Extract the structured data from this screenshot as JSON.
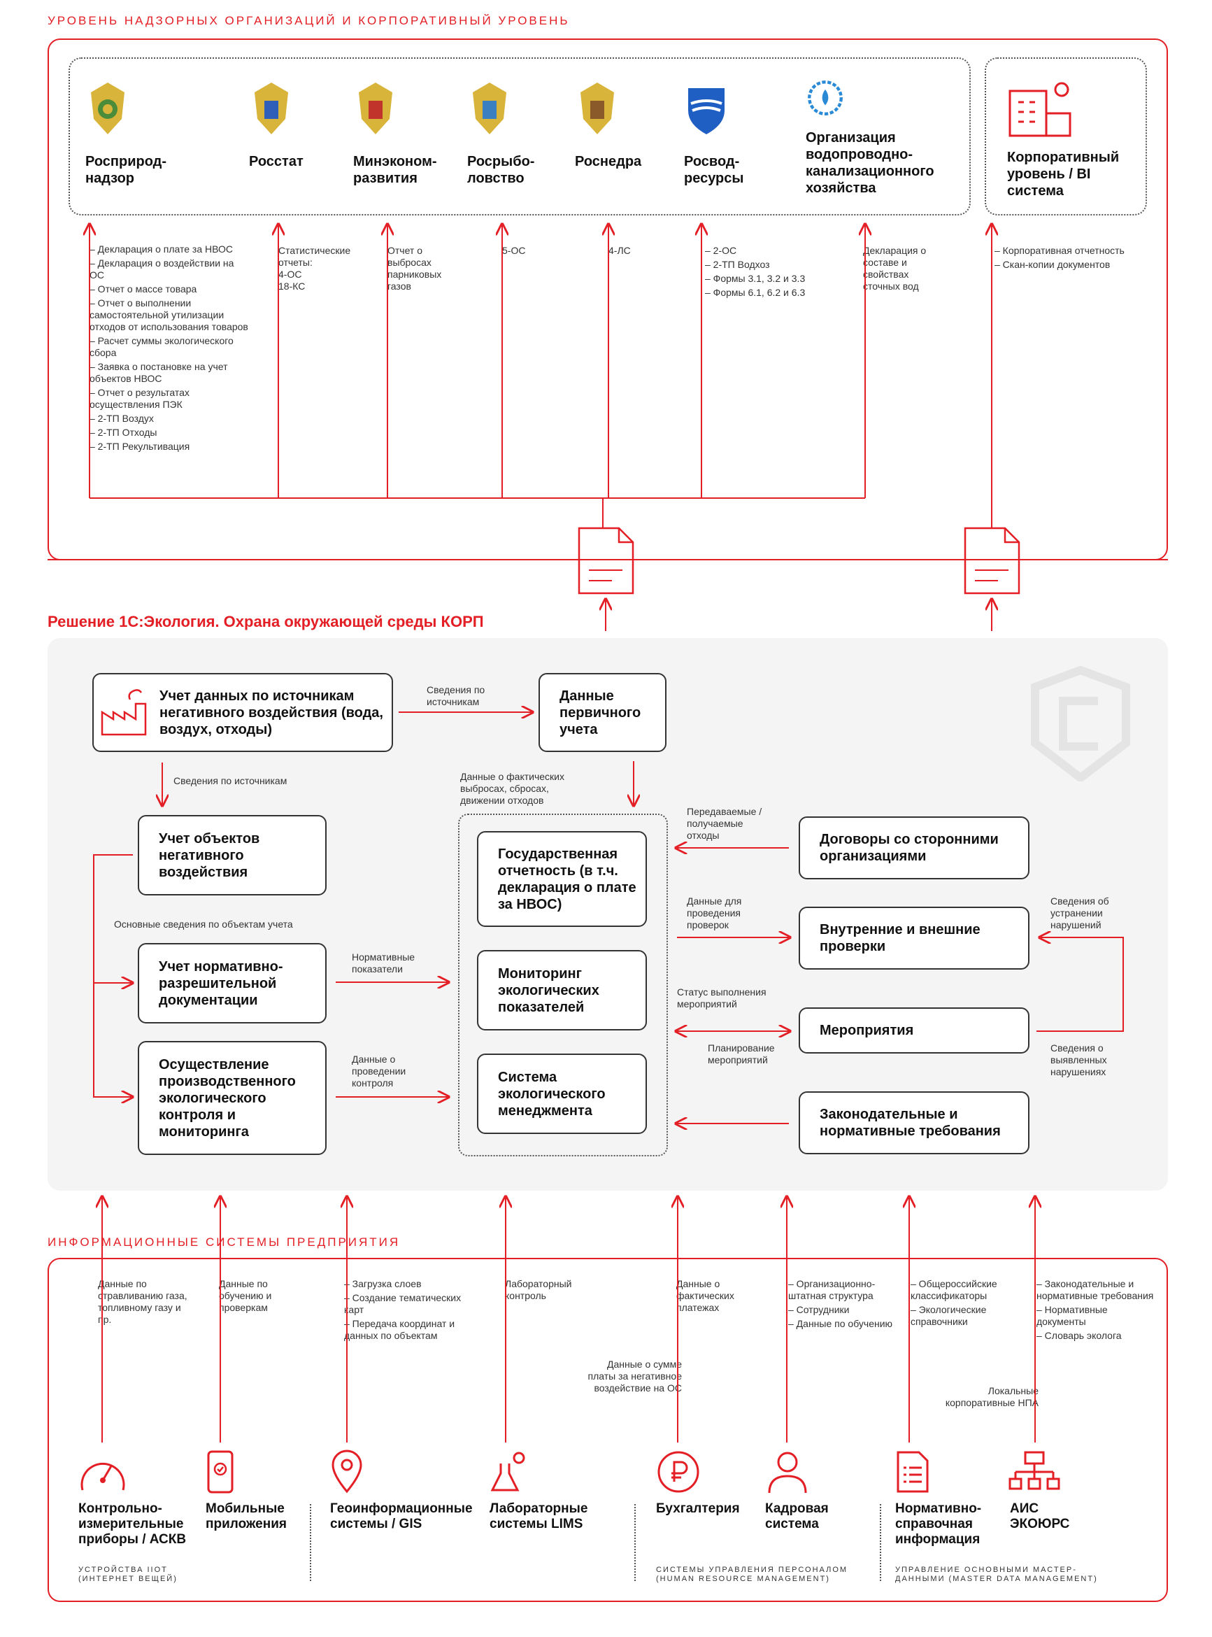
{
  "top_section": {
    "title": "Уровень надзорных организаций и корпоративный уровень",
    "agencies": [
      {
        "name": "Росприрод-надзор",
        "icon": "emblem-icon",
        "reports": [
          "Декларация о плате за НВОС",
          "Декларация о воздействии на ОС",
          "Отчет о массе товара",
          "Отчет о выполнении самостоятельной утилизации отходов от использования товаров",
          "Расчет суммы экологического сбора",
          "Заявка о постановке на учет объектов НВОС",
          "Отчет о результатах осуществления ПЭК",
          "2-ТП Воздух",
          "2-ТП Отходы",
          "2-ТП Рекультивация"
        ]
      },
      {
        "name": "Росстат",
        "icon": "emblem-icon",
        "reports_heading": "Статистические отчеты:",
        "reports": [
          "4-ОС",
          "18-КС"
        ]
      },
      {
        "name": "Минэконом-развития",
        "icon": "emblem-icon",
        "reports_text": "Отчет о выбросах парниковых газов"
      },
      {
        "name": "Росрыбо-ловство",
        "icon": "emblem-icon",
        "reports_text": "5-ОС"
      },
      {
        "name": "Роснедра",
        "icon": "emblem-icon",
        "reports_text": "4-ЛС"
      },
      {
        "name": "Росвод-ресурсы",
        "icon": "shield-icon",
        "reports": [
          "2-ОС",
          "2-ТП Водхоз",
          "Формы 3.1, 3.2 и 3.3",
          "Формы 6.1, 6.2 и 6.3"
        ]
      },
      {
        "name": "Организация водопроводно-канализационного хозяйства",
        "icon": "water-gear-icon",
        "reports_text": "Декларация о составе и свойствах сточных вод"
      }
    ],
    "corporate": {
      "name": "Корпоративный уровень / BI система",
      "icon": "building-gear-icon",
      "reports": [
        "Корпоративная отчетность",
        "Скан-копии документов"
      ]
    }
  },
  "solution": {
    "title": "Решение 1С:Экология. Охрана окружающей среды КОРП",
    "boxes": {
      "sources": "Учет данных по источникам негативного воздействия (вода, воздух, отходы)",
      "primary": "Данные первичного учета",
      "objects": "Учет объектов негативного воздействия",
      "permits": "Учет нормативно-разрешительной документации",
      "control": "Осуществление производственного экологического контроля и мониторинга",
      "reporting": "Государственная отчетность (в т.ч. декларация о плате за НВОС)",
      "monitoring": "Мониторинг экологических показателей",
      "ems": "Система экологического менеджмента",
      "contracts": "Договоры со сторонними организациями",
      "audits": "Внутренние и внешние проверки",
      "events": "Мероприятия",
      "legal": "Законодательные и нормативные требования"
    },
    "labels": {
      "src_to_primary": "Сведения по источникам",
      "src_to_objects": "Сведения по источникам",
      "facts": "Данные о фактических выбросах, сбросах, движении отходов",
      "basic": "Основные сведения по объектам учета",
      "norm": "Нормативные показатели",
      "control_data": "Данные о проведении контроля",
      "waste_transfer": "Передаваемые / получаемые отходы",
      "audit_data": "Данные для проведения проверок",
      "event_status": "Статус выполнения мероприятий",
      "event_plan": "Планирование мероприятий",
      "fix_info": "Сведения об устранении нарушений",
      "found_info": "Сведения о выявленных нарушениях"
    }
  },
  "bottom_section": {
    "title": "Информационные системы предприятия",
    "flows": [
      {
        "text": "Данные по стравливанию газа, топливному газу и пр."
      },
      {
        "text": "Данные по обучению и проверкам"
      },
      {
        "items": [
          "Загрузка слоев",
          "Создание тематических карт",
          "Передача координат и данных по объектам"
        ]
      },
      {
        "text": "Лабораторный контроль"
      },
      {
        "text": "Данные о фактических платежах"
      },
      {
        "text": "Данные о сумме платы за негативное воздействие на ОС"
      },
      {
        "items": [
          "Организационно-штатная структура",
          "Сотрудники",
          "Данные по обучению"
        ]
      },
      {
        "items": [
          "Общероссийские классификаторы",
          "Экологические справочники"
        ]
      },
      {
        "items": [
          "Законодательные и нормативные требования",
          "Нормативные документы",
          "Словарь эколога"
        ]
      },
      {
        "text": "Локальные корпоративные НПА"
      }
    ],
    "systems": [
      {
        "name": "Контрольно-измерительные приборы / АСКВ",
        "icon": "gauge-icon"
      },
      {
        "name": "Мобильные приложения",
        "icon": "phone-icon"
      },
      {
        "name": "Геоинформационные системы / GIS",
        "icon": "map-pin-icon"
      },
      {
        "name": "Лабораторные системы LIMS",
        "icon": "flask-icon"
      },
      {
        "name": "Бухгалтерия",
        "icon": "ruble-icon"
      },
      {
        "name": "Кадровая система",
        "icon": "person-icon"
      },
      {
        "name": "Нормативно-справочная информация",
        "icon": "document-list-icon"
      },
      {
        "name": "АИС ЭКОЮРС",
        "icon": "hierarchy-icon"
      }
    ],
    "captions": [
      "Устройства IIoT (интернет вещей)",
      "Системы управления персоналом (Human Resource Management)",
      "Управление основными мастер-данными (Master Data Management)"
    ]
  },
  "colors": {
    "accent": "#e31e24",
    "text": "#222222",
    "panel": "#f4f4f4"
  }
}
